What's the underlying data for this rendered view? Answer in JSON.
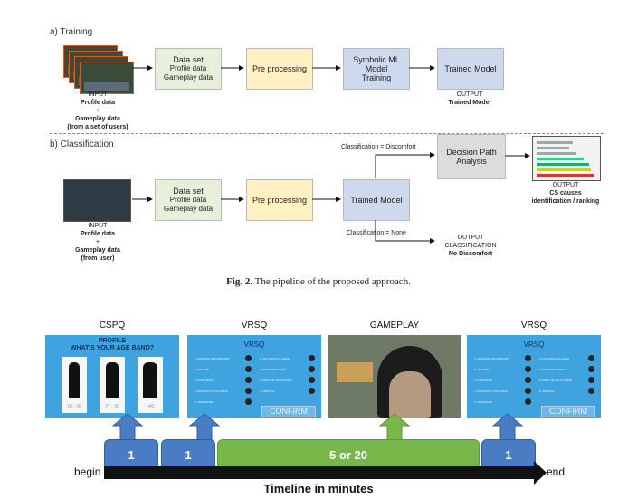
{
  "figure2": {
    "training_label": "a) Training",
    "classification_label": "b) Classification",
    "training": {
      "input_caption": [
        "INPUT",
        "Profile data",
        "+",
        "Gameplay data",
        "(from a set of users)"
      ],
      "dataset": {
        "title": "Data set",
        "line1": "Profile data",
        "line2": "Gameplay data"
      },
      "preprocessing": "Pre processing",
      "symbolic": [
        "Symbolic ML",
        "Model",
        "Training"
      ],
      "trained_model": "Trained Model",
      "output_caption": [
        "OUTPUT",
        "Trained Model"
      ]
    },
    "classification": {
      "input_caption": [
        "INPUT",
        "Profile data",
        "+",
        "Gameplay data",
        "(from user)"
      ],
      "dataset": {
        "title": "Data set",
        "line1": "Profile data",
        "line2": "Gameplay data"
      },
      "preprocessing": "Pre processing",
      "trained_model": "Trained Model",
      "class_discomfort": "Classification = Discomfort",
      "class_none": "Classification = None",
      "decision_path": [
        "Decision Path",
        "Analysis"
      ],
      "output_cs": [
        "OUTPUT",
        "CS causes",
        "identification / ranking"
      ],
      "output_class": [
        "OUTPUT",
        "CLASSIFICATION",
        "No Discomfort"
      ]
    },
    "caption_prefix": "Fig. 2.",
    "caption_text": "The pipeline of the proposed approach."
  },
  "timeline_figure": {
    "headers": [
      "CSPQ",
      "VRSQ",
      "GAMEPLAY",
      "VRSQ"
    ],
    "cspq": {
      "title1": "PROFILE",
      "title2": "WHAT'S YOUR AGE BAND?",
      "bands": [
        "18 - 26",
        "27 - 39",
        ">40"
      ]
    },
    "vrsq_title": "VRSQ",
    "vrsq_items_left": [
      "1. GENERAL DISCOMFORT",
      "2. FATIGUE",
      "3. EYESTRAIN",
      "4. DIFFICULTY FOCUSING",
      "5. HEADACHE"
    ],
    "vrsq_items_right": [
      "6. FULLNESS OF HEAD",
      "7. BLURRED VISION",
      "8. DIZZY (EYES CLOSED)",
      "9. VERTIGO",
      ""
    ],
    "confirm_label": "CONFIRM",
    "blocks": [
      "1",
      "1",
      "5 or 20",
      "1"
    ],
    "begin_label": "begin",
    "end_label": "end",
    "axis_title": "Timeline in minutes"
  },
  "colors": {
    "panel_blue": "#3fa3e0",
    "block_blue": "#4a7cc4",
    "block_green": "#78b84a"
  }
}
